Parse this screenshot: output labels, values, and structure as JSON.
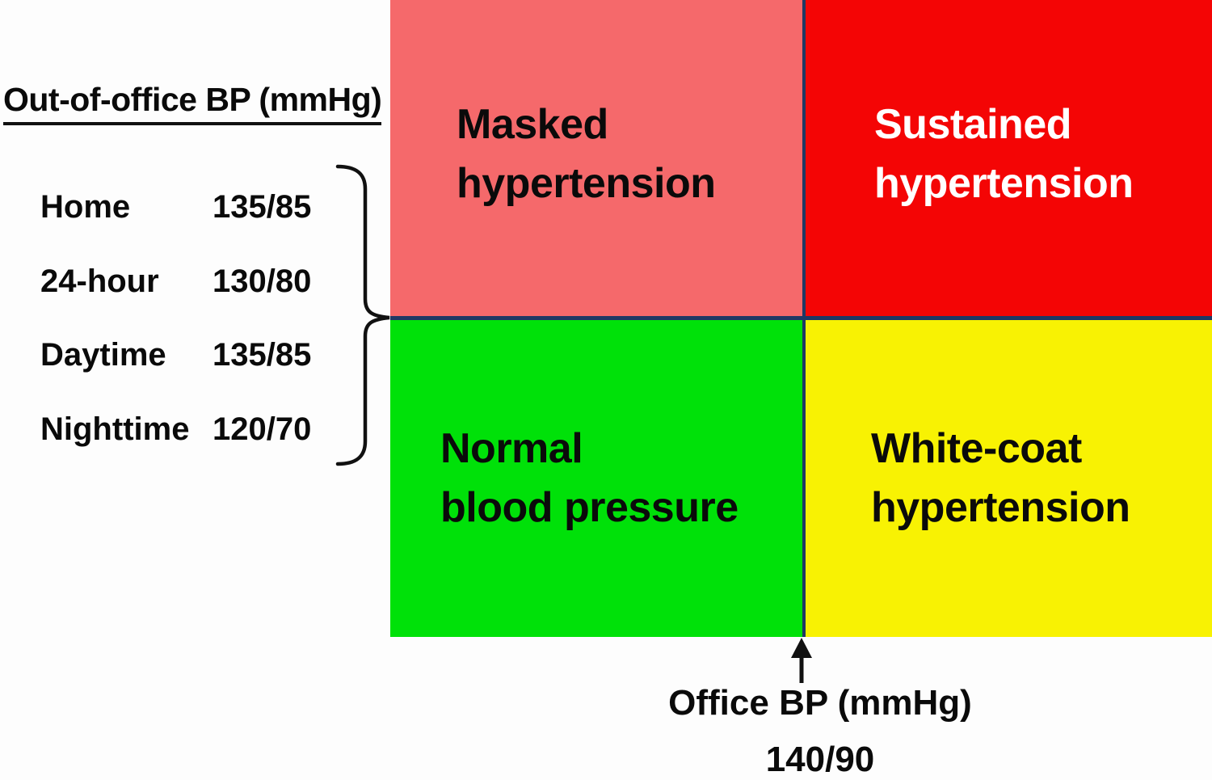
{
  "legend": {
    "title": "Out-of-office BP (mmHg)",
    "rows": [
      {
        "label": "Home",
        "value": "135/85"
      },
      {
        "label": "24-hour",
        "value": "130/80"
      },
      {
        "label": "Daytime",
        "value": "135/85"
      },
      {
        "label": "Nighttime",
        "value": "120/70"
      }
    ]
  },
  "quadrants": {
    "masked": {
      "line1": "Masked",
      "line2": "hypertension",
      "color": "#f5696b",
      "text_color": "#0a0a0a"
    },
    "sustained": {
      "line1": "Sustained",
      "line2": "hypertension",
      "color": "#f40505",
      "text_color": "#ffffff"
    },
    "normal": {
      "line1": "Normal",
      "line2": "blood pressure",
      "color": "#00e109",
      "text_color": "#0a0a0a"
    },
    "white_coat": {
      "line1": "White-coat",
      "line2": "hypertension",
      "color": "#f8f203",
      "text_color": "#0a0a0a"
    }
  },
  "axis": {
    "office_label": "Office BP (mmHg)",
    "office_value": "140/90",
    "divider_color": "#1f3864",
    "brace_color": "#111111",
    "arrow_color": "#111111"
  }
}
